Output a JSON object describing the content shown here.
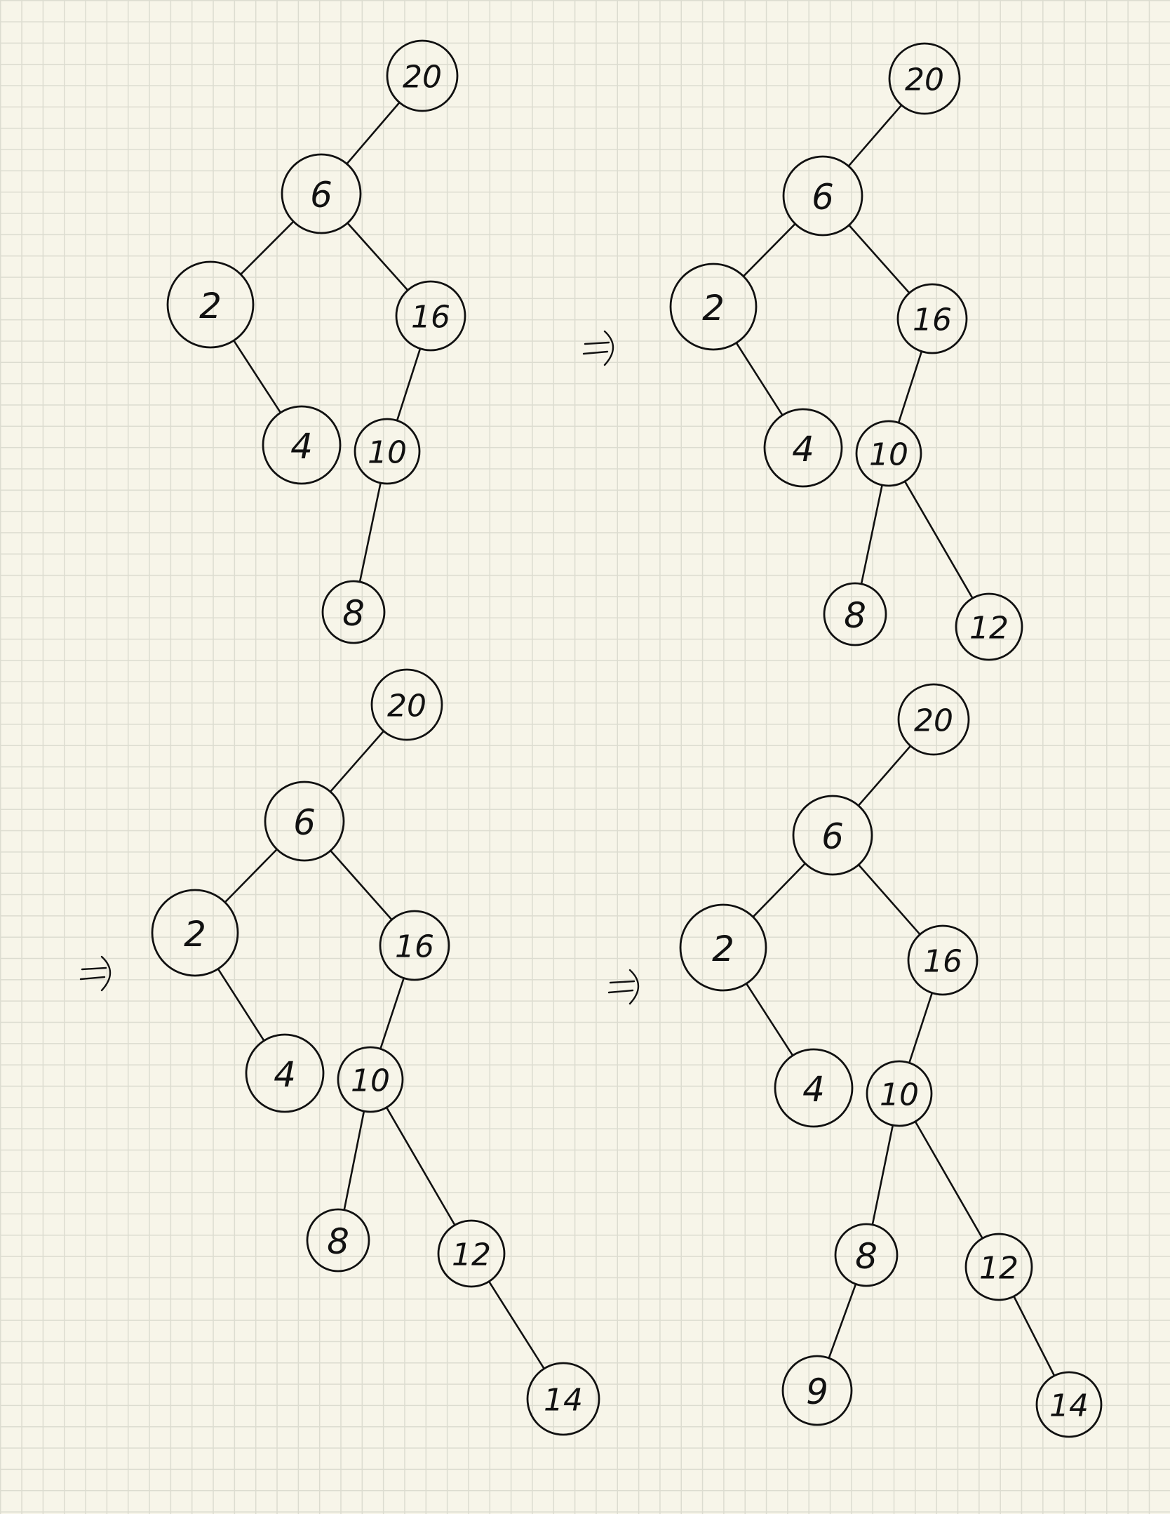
{
  "diagrams": [
    {
      "nodes": [
        {
          "id": "n20",
          "label": "20"
        },
        {
          "id": "n6",
          "label": "6"
        },
        {
          "id": "n2",
          "label": "2"
        },
        {
          "id": "n16",
          "label": "16"
        },
        {
          "id": "n4",
          "label": "4"
        },
        {
          "id": "n10",
          "label": "10"
        },
        {
          "id": "n8",
          "label": "8"
        }
      ],
      "edges": [
        [
          "n20",
          "n6"
        ],
        [
          "n6",
          "n2"
        ],
        [
          "n6",
          "n16"
        ],
        [
          "n2",
          "n4"
        ],
        [
          "n16",
          "n10"
        ],
        [
          "n10",
          "n8"
        ]
      ]
    },
    {
      "nodes": [
        {
          "id": "n20",
          "label": "20"
        },
        {
          "id": "n6",
          "label": "6"
        },
        {
          "id": "n2",
          "label": "2"
        },
        {
          "id": "n16",
          "label": "16"
        },
        {
          "id": "n4",
          "label": "4"
        },
        {
          "id": "n10",
          "label": "10"
        },
        {
          "id": "n8",
          "label": "8"
        },
        {
          "id": "n12",
          "label": "12"
        }
      ],
      "edges": [
        [
          "n20",
          "n6"
        ],
        [
          "n6",
          "n2"
        ],
        [
          "n6",
          "n16"
        ],
        [
          "n2",
          "n4"
        ],
        [
          "n16",
          "n10"
        ],
        [
          "n10",
          "n8"
        ],
        [
          "n10",
          "n12"
        ]
      ]
    },
    {
      "nodes": [
        {
          "id": "n20",
          "label": "20"
        },
        {
          "id": "n6",
          "label": "6"
        },
        {
          "id": "n2",
          "label": "2"
        },
        {
          "id": "n16",
          "label": "16"
        },
        {
          "id": "n4",
          "label": "4"
        },
        {
          "id": "n10",
          "label": "10"
        },
        {
          "id": "n8",
          "label": "8"
        },
        {
          "id": "n12",
          "label": "12"
        },
        {
          "id": "n14",
          "label": "14"
        }
      ],
      "edges": [
        [
          "n20",
          "n6"
        ],
        [
          "n6",
          "n2"
        ],
        [
          "n6",
          "n16"
        ],
        [
          "n2",
          "n4"
        ],
        [
          "n16",
          "n10"
        ],
        [
          "n10",
          "n8"
        ],
        [
          "n10",
          "n12"
        ],
        [
          "n12",
          "n14"
        ]
      ]
    },
    {
      "nodes": [
        {
          "id": "n20",
          "label": "20"
        },
        {
          "id": "n6",
          "label": "6"
        },
        {
          "id": "n2",
          "label": "2"
        },
        {
          "id": "n16",
          "label": "16"
        },
        {
          "id": "n4",
          "label": "4"
        },
        {
          "id": "n10",
          "label": "10"
        },
        {
          "id": "n8",
          "label": "8"
        },
        {
          "id": "n12",
          "label": "12"
        },
        {
          "id": "n9",
          "label": "9"
        },
        {
          "id": "n14",
          "label": "14"
        }
      ],
      "edges": [
        [
          "n20",
          "n6"
        ],
        [
          "n6",
          "n2"
        ],
        [
          "n6",
          "n16"
        ],
        [
          "n2",
          "n4"
        ],
        [
          "n16",
          "n10"
        ],
        [
          "n10",
          "n8"
        ],
        [
          "n10",
          "n12"
        ],
        [
          "n8",
          "n9"
        ],
        [
          "n12",
          "n14"
        ]
      ]
    }
  ],
  "arrows": [
    {
      "label": "=>"
    },
    {
      "label": "=>"
    },
    {
      "label": "=>"
    }
  ]
}
